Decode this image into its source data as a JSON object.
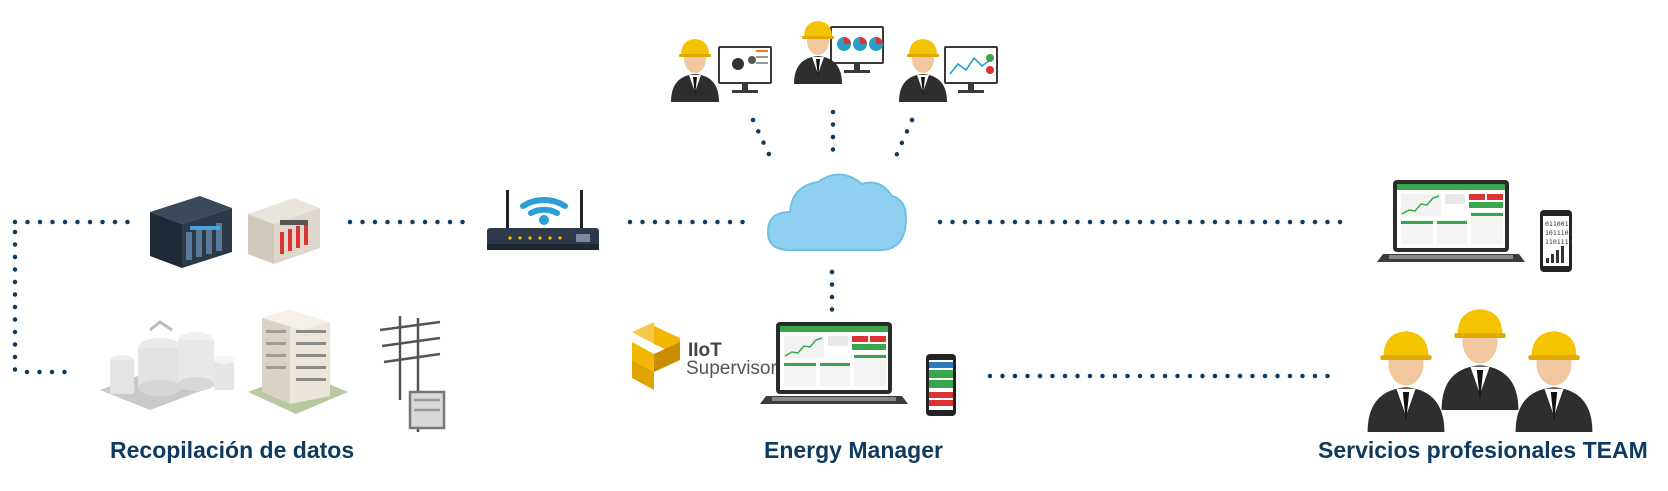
{
  "captions": {
    "left": "Recopilación de datos",
    "center": "Energy Manager",
    "right": "Servicios profesionales TEAM"
  },
  "logo": {
    "line1": "IIoT",
    "line2": "Supervisor"
  },
  "mobile_binary": [
    "0110011",
    "1011101",
    "1101110"
  ],
  "colors": {
    "caption": "#0f3a5f",
    "dots": "#0f3a5f",
    "cloud": "#8fd0f0",
    "wifi": "#2a9fd8",
    "accent_green": "#3aa64c",
    "logo_yellow": "#f2b705",
    "helmet": "#f5c400"
  },
  "icons": [
    "storage-rack-icon",
    "controller-box-icon",
    "wifi-router-icon",
    "cloud-icon",
    "factory-icon",
    "building-icon",
    "power-pole-icon",
    "laptop-dashboard-icon",
    "smartphone-icon",
    "engineer-icon",
    "iiot-supervisor-logo-icon"
  ]
}
